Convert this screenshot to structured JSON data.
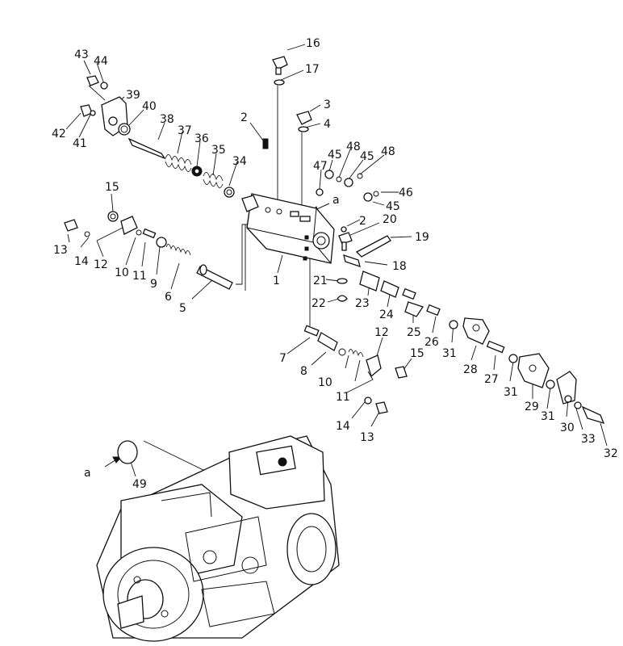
{
  "diagram": {
    "callouts": [
      {
        "id": "c16",
        "text": "16"
      },
      {
        "id": "c17",
        "text": "17"
      },
      {
        "id": "c3",
        "text": "3"
      },
      {
        "id": "c4",
        "text": "4"
      },
      {
        "id": "c2a",
        "text": "2"
      },
      {
        "id": "c2b",
        "text": "2"
      },
      {
        "id": "c43",
        "text": "43"
      },
      {
        "id": "c44",
        "text": "44"
      },
      {
        "id": "c39",
        "text": "39"
      },
      {
        "id": "c40",
        "text": "40"
      },
      {
        "id": "c42",
        "text": "42"
      },
      {
        "id": "c41",
        "text": "41"
      },
      {
        "id": "c38",
        "text": "38"
      },
      {
        "id": "c37",
        "text": "37"
      },
      {
        "id": "c36",
        "text": "36"
      },
      {
        "id": "c35",
        "text": "35"
      },
      {
        "id": "c34",
        "text": "34"
      },
      {
        "id": "c47",
        "text": "47"
      },
      {
        "id": "c45a",
        "text": "45"
      },
      {
        "id": "c48a",
        "text": "48"
      },
      {
        "id": "c45b",
        "text": "45"
      },
      {
        "id": "c48b",
        "text": "48"
      },
      {
        "id": "c46",
        "text": "46"
      },
      {
        "id": "c45c",
        "text": "45"
      },
      {
        "id": "ca1",
        "text": "a"
      },
      {
        "id": "c20",
        "text": "20"
      },
      {
        "id": "c19",
        "text": "19"
      },
      {
        "id": "c18",
        "text": "18"
      },
      {
        "id": "c15a",
        "text": "15"
      },
      {
        "id": "c13a",
        "text": "13"
      },
      {
        "id": "c14a",
        "text": "14"
      },
      {
        "id": "c12a",
        "text": "12"
      },
      {
        "id": "c10a",
        "text": "10"
      },
      {
        "id": "c11a",
        "text": "11"
      },
      {
        "id": "c9",
        "text": "9"
      },
      {
        "id": "c6",
        "text": "6"
      },
      {
        "id": "c5",
        "text": "5"
      },
      {
        "id": "c1",
        "text": "1"
      },
      {
        "id": "c21",
        "text": "21"
      },
      {
        "id": "c22",
        "text": "22"
      },
      {
        "id": "c23",
        "text": "23"
      },
      {
        "id": "c24",
        "text": "24"
      },
      {
        "id": "c25",
        "text": "25"
      },
      {
        "id": "c26",
        "text": "26"
      },
      {
        "id": "c31a",
        "text": "31"
      },
      {
        "id": "c28",
        "text": "28"
      },
      {
        "id": "c27",
        "text": "27"
      },
      {
        "id": "c31b",
        "text": "31"
      },
      {
        "id": "c29",
        "text": "29"
      },
      {
        "id": "c31c",
        "text": "31"
      },
      {
        "id": "c30",
        "text": "30"
      },
      {
        "id": "c33",
        "text": "33"
      },
      {
        "id": "c32",
        "text": "32"
      },
      {
        "id": "c7",
        "text": "7"
      },
      {
        "id": "c8",
        "text": "8"
      },
      {
        "id": "c12b",
        "text": "12"
      },
      {
        "id": "c10b",
        "text": "10"
      },
      {
        "id": "c11b",
        "text": "11"
      },
      {
        "id": "c15b",
        "text": "15"
      },
      {
        "id": "c14b",
        "text": "14"
      },
      {
        "id": "c13b",
        "text": "13"
      },
      {
        "id": "ca2",
        "text": "a"
      },
      {
        "id": "c49",
        "text": "49"
      }
    ]
  }
}
